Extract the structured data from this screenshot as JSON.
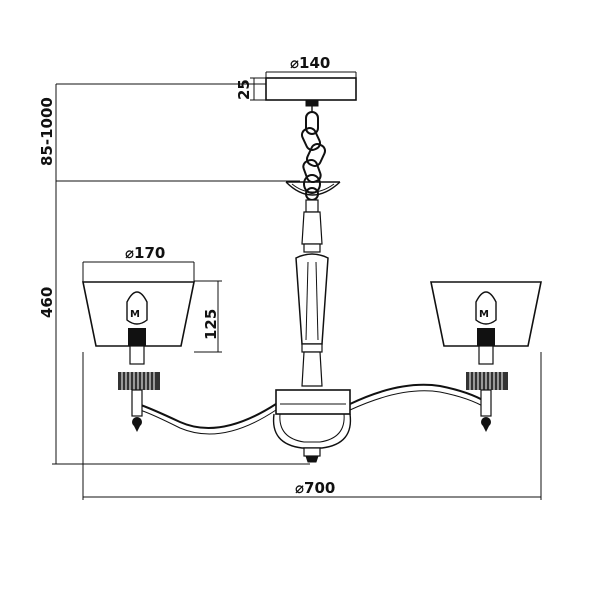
{
  "dimensions": {
    "canopy_diameter": "⌀140",
    "canopy_height": "25",
    "chain_length": "85-1000",
    "total_height": "460",
    "shade_diameter": "⌀170",
    "shade_height": "125",
    "overall_diameter": "⌀700"
  },
  "bulb_mark": "M"
}
